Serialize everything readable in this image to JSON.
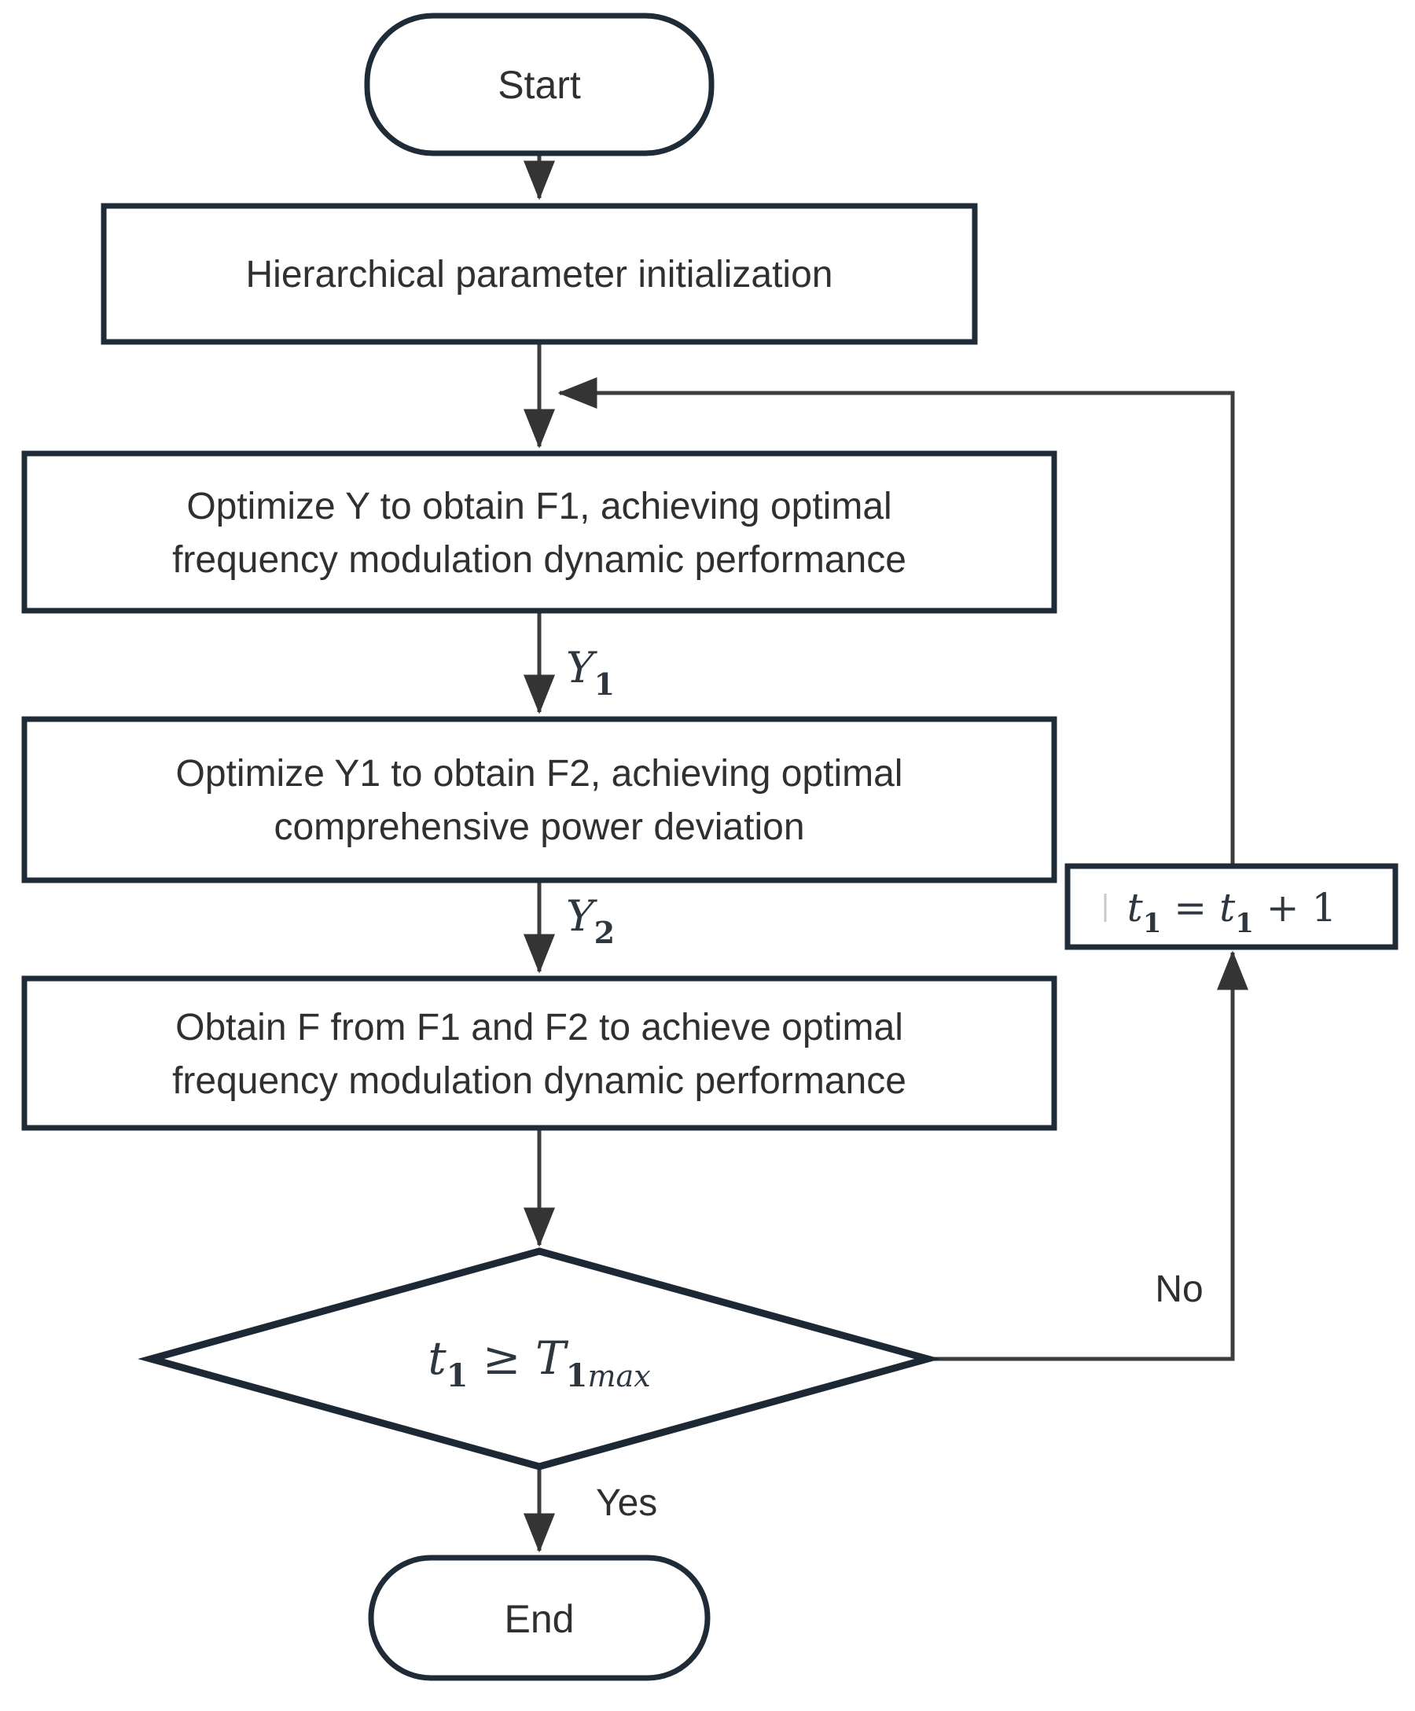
{
  "colors": {
    "background": "#ffffff",
    "node_border": "#1f2b36",
    "edge_line": "#3d3d3d",
    "text": "#303030",
    "math_text": "#2e3740"
  },
  "nodes": {
    "start": {
      "label": "Start"
    },
    "init": {
      "label": "Hierarchical parameter initialization"
    },
    "optimize_y": {
      "line1": "Optimize Y to obtain F1, achieving optimal",
      "line2": "frequency modulation dynamic performance"
    },
    "optimize_y1": {
      "line1": "Optimize Y1 to obtain F2, achieving optimal",
      "line2": "comprehensive power deviation"
    },
    "obtain_f": {
      "line1": "Obtain F from F1 and F2 to achieve optimal",
      "line2": "frequency modulation dynamic performance"
    },
    "decision": {
      "var1": "t",
      "sub1": "1",
      "op": " ≥ ",
      "var2": "T",
      "sub2": "1",
      "sub3": "max"
    },
    "t1_update": {
      "var1": "t",
      "sub1": "1",
      "op1": " = ",
      "var2": "t",
      "sub2": "1",
      "op2": " + 1"
    },
    "end": {
      "label": "End"
    }
  },
  "edge_labels": {
    "y1": {
      "base": "Y",
      "sub": "1"
    },
    "y2": {
      "base": "Y",
      "sub": "2"
    },
    "yes": "Yes",
    "no": "No"
  }
}
